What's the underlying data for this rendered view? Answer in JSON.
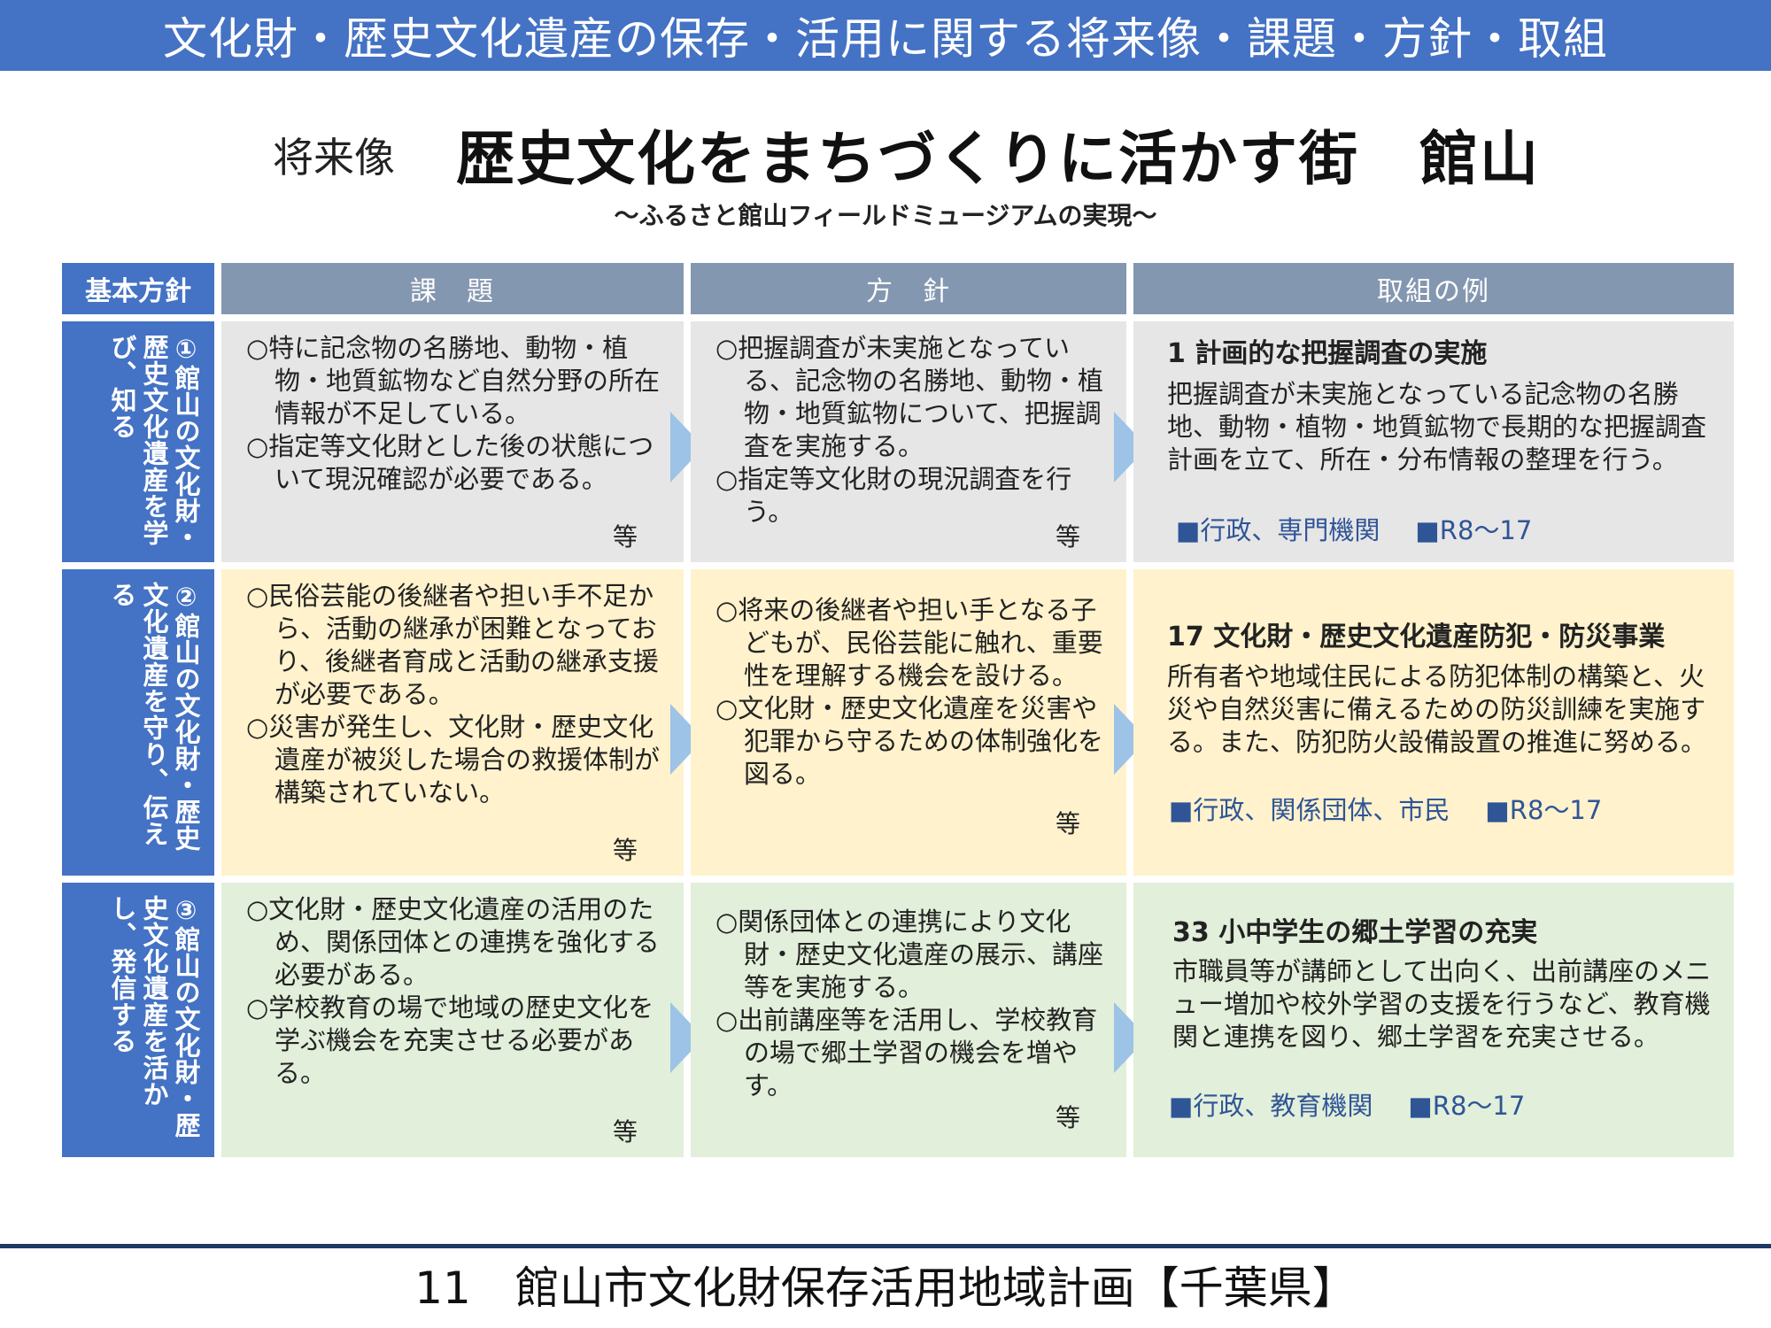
{
  "banner": "文化財・歴史文化遺産の保存・活用に関する将来像・課題・方針・取組",
  "vision": {
    "label": "将来像",
    "title": "歴史文化をまちづくりに活かす街　館山",
    "subtitle": "～ふるさと館山フィールドミュージアムの実現～"
  },
  "headers": {
    "basic": "基本方針",
    "issues": "課　題",
    "policy": "方　針",
    "examples": "取組の例"
  },
  "rows": [
    {
      "basic": "①館山の文化財・歴史文化遺産を学び、知る",
      "issues": [
        "○特に記念物の名勝地、動物・植物・地質鉱物など自然分野の所在情報が不足している。",
        "○指定等文化財とした後の状態について現況確認が必要である。"
      ],
      "issues_etc": "等",
      "policy": [
        "○把握調査が未実施となっている、記念物の名勝地、動物・植物・地質鉱物について、把握調査を実施する。",
        "○指定等文化財の現況調査を行う。"
      ],
      "policy_etc": "等",
      "example_title": "1 計画的な把握調査の実施",
      "example_body": "把握調査が未実施となっている記念物の名勝地、動物・植物・地質鉱物で長期的な把握調査計画を立て、所在・分布情報の整理を行う。",
      "actors": "■行政、専門機関",
      "period": "■R8～17"
    },
    {
      "basic": "②館山の文化財・歴史文化遺産を守り、伝える",
      "issues": [
        "○民俗芸能の後継者や担い手不足から、活動の継承が困難となっており、後継者育成と活動の継承支援が必要である。",
        "○災害が発生し、文化財・歴史文化遺産が被災した場合の救援体制が構築されていない。"
      ],
      "issues_etc": "等",
      "policy": [
        "○将来の後継者や担い手となる子どもが、民俗芸能に触れ、重要性を理解する機会を設ける。",
        "○文化財・歴史文化遺産を災害や犯罪から守るための体制強化を図る。"
      ],
      "policy_etc": "等",
      "example_title": "17 文化財・歴史文化遺産防犯・防災事業",
      "example_body": "所有者や地域住民による防犯体制の構築と、火災や自然災害に備えるための防災訓練を実施する。また、防犯防火設備設置の推進に努める。",
      "actors": "■行政、関係団体、市民",
      "period": "■R8～17"
    },
    {
      "basic": "③館山の文化財・歴史文化遺産を活かし、発信する",
      "issues": [
        "○文化財・歴史文化遺産の活用のため、関係団体との連携を強化する必要がある。",
        "○学校教育の場で地域の歴史文化を学ぶ機会を充実させる必要がある。"
      ],
      "issues_etc": "等",
      "policy": [
        "○関係団体との連携により文化財・歴史文化遺産の展示、講座等を実施する。",
        "○出前講座等を活用し、学校教育の場で郷土学習の機会を増やす。"
      ],
      "policy_etc": "等",
      "example_title": "33 小中学生の郷土学習の充実",
      "example_body": "市職員等が講師として出向く、出前講座のメニュー増加や校外学習の支援を行うなど、教育機関と連携を図り、郷土学習を充実させる。",
      "actors": "■行政、教育機関",
      "period": "■R8～17"
    }
  ],
  "footer": "11　館山市文化財保存活用地域計画【千葉県】"
}
